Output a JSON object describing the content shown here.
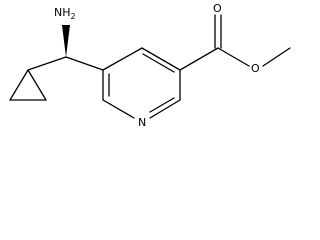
{
  "molecule": {
    "atoms": {
      "amine": {
        "label": "NH",
        "subscript": "2"
      },
      "ring_nitrogen": {
        "label": "N"
      },
      "carbonyl_oxygen": {
        "label": "O"
      },
      "ester_oxygen": {
        "label": "O"
      }
    },
    "bond_color": "#000000",
    "background": "#ffffff"
  }
}
